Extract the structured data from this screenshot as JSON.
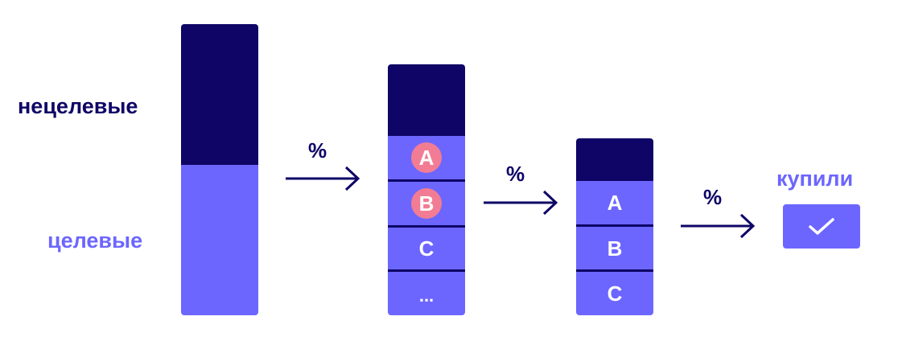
{
  "colors": {
    "dark": "#0e0566",
    "light": "#6c66ff",
    "badge": "#f27c94",
    "white": "#ffffff"
  },
  "labels": {
    "nontarget": "нецелевые",
    "target": "целевые",
    "bought": "купили"
  },
  "arrows": [
    {
      "label": "%"
    },
    {
      "label": "%"
    },
    {
      "label": "%"
    }
  ],
  "column2": {
    "segments": [
      {
        "text": "A",
        "badge": true
      },
      {
        "text": "B",
        "badge": true
      },
      {
        "text": "C",
        "badge": false
      },
      {
        "text": "...",
        "badge": false
      }
    ]
  },
  "column3": {
    "segments": [
      {
        "text": "A"
      },
      {
        "text": "B"
      },
      {
        "text": "C"
      }
    ]
  },
  "result": {
    "icon": "checkmark-icon"
  }
}
